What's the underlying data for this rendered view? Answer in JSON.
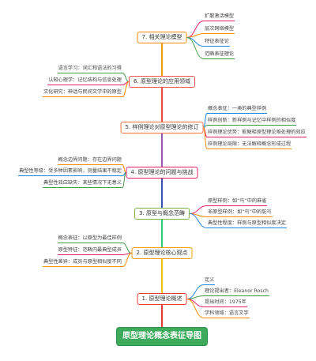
{
  "title": "原型理论概念表征导图",
  "colors": {
    "title_fill": "#3dab5b",
    "title_text": "#ffffff",
    "trunk": [
      "#e53935",
      "#f1c40f",
      "#2ecc71",
      "#3f51b5",
      "#9b59b6",
      "#e74c3c",
      "#f39c12"
    ],
    "topic_borders": [
      "#e53935",
      "#f39c12",
      "#7cb342",
      "#e91e63",
      "#ff7043",
      "#ef5350",
      "#fb8c00"
    ],
    "leaf_lines": [
      "#1e88e5",
      "#43a047",
      "#e91e63",
      "#fb8c00"
    ]
  },
  "topics": [
    {
      "label": "1. 原型理论概述",
      "children": [
        "定义",
        "理论提出者：Eleanor Rosch",
        "提出时间：1975年",
        "学科领域：语言文字"
      ]
    },
    {
      "label": "2. 原型理论核心观点",
      "children": [
        "概念表征：以原型为最佳样例",
        "原型特征：范畴内最典型成员",
        "典型性差异：成员与原型相似度不同"
      ]
    },
    {
      "label": "3. 原型与概念范畴",
      "children": [
        "原型样例：如“鸟”中的麻雀",
        "非原型样例：如“鸟”中的鸵鸟",
        "典型性程度：样例与原型相似度决定"
      ]
    },
    {
      "label": "4. 原型理论的问题与挑战",
      "children": [
        "概念边界问题：存在边界问题",
        "典型性等级：受多种因素影响，测量结果不稳定",
        "典型性效应缺失：某些情况下无意义"
      ]
    },
    {
      "label": "5. 样例理论对原型理论的修订",
      "children": [
        "概念表征：一类的典型样例",
        "样例创新：新样例与记忆中样例的相似度",
        "样例理论优势：能解释原型理论难处理的效应",
        "样例理论局限：无法解释概念形成过程"
      ]
    },
    {
      "label": "6. 原型理论的应用领域",
      "children": [
        "语言学习：词汇和语法的习得",
        "认知心理学：记忆结构与信息处理",
        "文化研究：神话与民间文学中的原型"
      ]
    },
    {
      "label": "7. 相关理论模型",
      "children": [
        "扩散激活模型",
        "层次网络模型",
        "特征表征论",
        "范畴表征理论"
      ]
    }
  ]
}
